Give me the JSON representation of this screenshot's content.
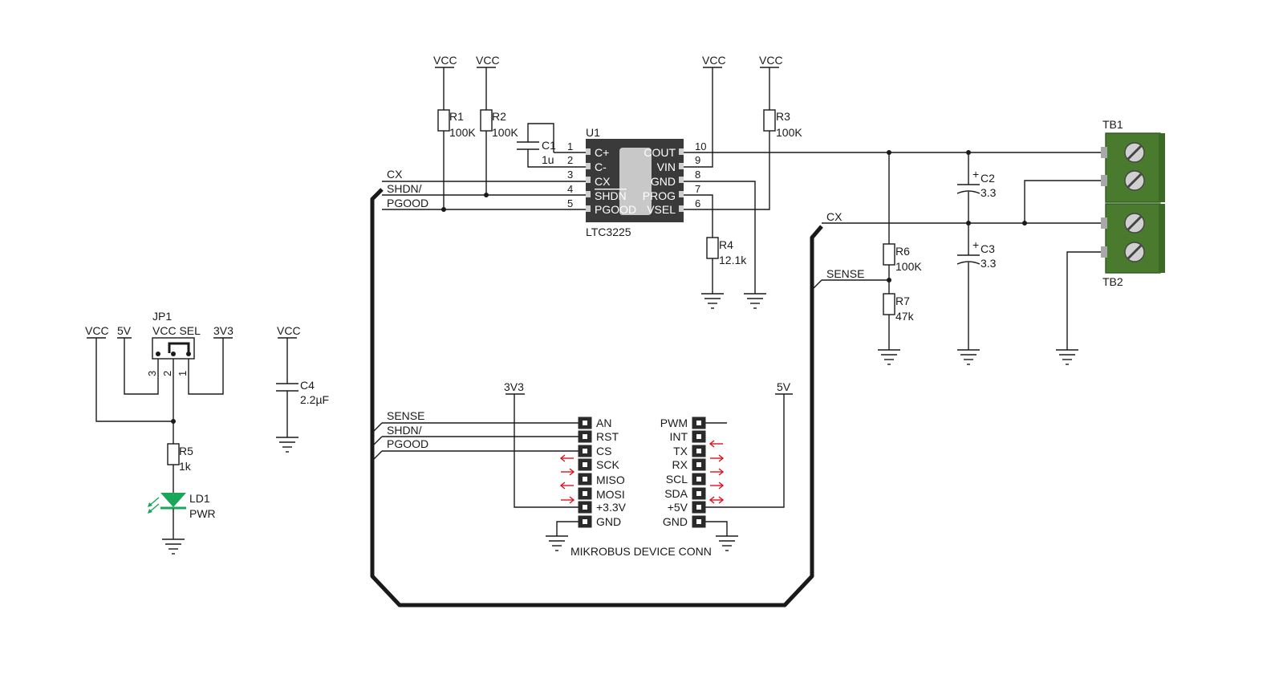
{
  "power": {
    "vcc": "VCC",
    "v5": "5V",
    "v3v3": "3V3"
  },
  "u1": {
    "ref": "U1",
    "part": "LTC3225",
    "left_pins": [
      {
        "num": "1",
        "name": "C+"
      },
      {
        "num": "2",
        "name": "C-"
      },
      {
        "num": "3",
        "name": "CX"
      },
      {
        "num": "4",
        "name": "SHDN"
      },
      {
        "num": "5",
        "name": "PGOOD"
      }
    ],
    "right_pins": [
      {
        "num": "10",
        "name": "COUT"
      },
      {
        "num": "9",
        "name": "VIN"
      },
      {
        "num": "8",
        "name": "GND"
      },
      {
        "num": "7",
        "name": "PROG"
      },
      {
        "num": "6",
        "name": "VSEL"
      }
    ]
  },
  "parts": {
    "r1": {
      "ref": "R1",
      "value": "100K"
    },
    "r2": {
      "ref": "R2",
      "value": "100K"
    },
    "r3": {
      "ref": "R3",
      "value": "100K"
    },
    "r4": {
      "ref": "R4",
      "value": "12.1k"
    },
    "r5": {
      "ref": "R5",
      "value": "1k"
    },
    "r6": {
      "ref": "R6",
      "value": "100K"
    },
    "r7": {
      "ref": "R7",
      "value": "47k"
    },
    "c1": {
      "ref": "C1",
      "value": "1u"
    },
    "c2": {
      "ref": "C2",
      "value": "3.3"
    },
    "c3": {
      "ref": "C3",
      "value": "3.3"
    },
    "c4": {
      "ref": "C4",
      "value": "2.2µF"
    },
    "ld1": {
      "ref": "LD1",
      "value": "PWR"
    },
    "jp1": {
      "ref": "JP1",
      "value": "VCC SEL",
      "pins": [
        "3",
        "2",
        "1"
      ]
    },
    "tb1": {
      "ref": "TB1"
    },
    "tb2": {
      "ref": "TB2"
    }
  },
  "nets": {
    "cx": "CX",
    "shdn": "SHDN/",
    "pgood": "PGOOD",
    "sense": "SENSE"
  },
  "mikrobus": {
    "title": "MIKROBUS DEVICE CONN",
    "left": [
      "AN",
      "RST",
      "CS",
      "SCK",
      "MISO",
      "MOSI",
      "+3.3V",
      "GND"
    ],
    "right": [
      "PWM",
      "INT",
      "TX",
      "RX",
      "SCL",
      "SDA",
      "+5V",
      "GND"
    ]
  },
  "colors": {
    "terminal": "#4a7a2e",
    "led": "#19a85a",
    "signal_arrow": "#e01020"
  }
}
